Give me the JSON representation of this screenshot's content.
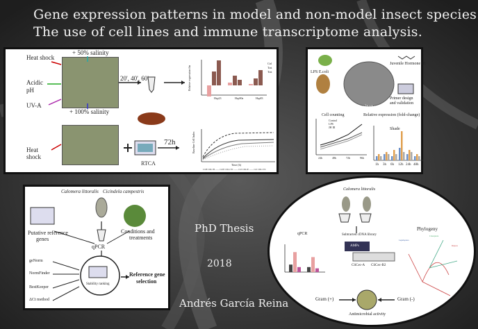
{
  "title": {
    "line1": "Gene expression patterns in model and non-model insect species.",
    "line2": "The use of cell lines and immune transcriptome analysis."
  },
  "panel1": {
    "heat_shock": "Heat shock",
    "salinity_50": "+ 50% salinity",
    "acidic": "Acidic",
    "ph": "pH",
    "uva": "UV-A",
    "salinity_100": "+ 100% salinity",
    "times": "20', 40', 60'",
    "heat_shock_2": "Heat",
    "heat_shock_2b": "shock",
    "duration": "72h",
    "rtca": "RTCA",
    "chart_ylabel": "Relative expression fin",
    "chart_legend": [
      "Ctrl",
      "Trat",
      "Trat"
    ],
    "chart_xticks": [
      "Hsp23",
      "Hsp90a",
      "Hsp83"
    ],
    "curve_ylabel": "Baseline Cell Index",
    "curve_xlabel": "Time (h)",
    "curve_legend": "CtrlE CDL1H  ——  CtrlE CDL1 EC ——  Ctrl CDL1E ——  Ctrl CDL1 EC"
  },
  "panel2": {
    "lps": "LPS E.coli",
    "jh": "Juvenile Hormone III",
    "cells": "C. capitata cells",
    "primer": "Primer design",
    "validation": "and validation",
    "cell_counting": "Cell counting",
    "relexp": "Relative expression (fold-change)",
    "legend": [
      "Control",
      "LPS",
      "JH III"
    ],
    "shade": "Shade",
    "counting_xticks": [
      "24h",
      "48h",
      "72h",
      "96h"
    ],
    "expr_xticks": [
      "1h",
      "3h",
      "6h",
      "12h",
      "24h",
      "48h"
    ]
  },
  "panel3": {
    "species1": "Calomera littoralis",
    "species2": "Cicindela campestris",
    "putative1": "Putative reference",
    "putative2": "genes",
    "conditions1": "Conditions and",
    "conditions2": "treatments",
    "qpcr": "qPCR",
    "methods": [
      "geNorm",
      "NormFinder",
      "BestKeeper",
      "ΔCt method"
    ],
    "stability": "Stability ranking",
    "selection1": "Reference gene",
    "selection2": "selection"
  },
  "panel4": {
    "species": "Calomera littoralis",
    "library": "Subtracted cDNA library",
    "qpcr": "qPCR",
    "amps": "AMPs",
    "phylogeny": "Phylogeny",
    "cecropin_a": "CliCec-A",
    "cecropin_b": "CliCec-B2",
    "gram_pos": "Gram (+)",
    "gram_neg": "Gram (-)",
    "antimicrobial": "Antimicrobial activity",
    "phylo_labels": [
      "Lepidoptera",
      "Coleoptera",
      "Diptera"
    ]
  },
  "side": {
    "thesis": "PhD Thesis",
    "year": "2018",
    "author": "Andrés García Reina"
  },
  "colors": {
    "background": "#3a3a3a",
    "panel_border": "#111111",
    "bar_brown": "#8b5a50",
    "bar_pink": "#e8a0a0",
    "bar_blue": "#6a8fc8",
    "bar_orange": "#e0a050",
    "culture": "#7d8f5a"
  }
}
